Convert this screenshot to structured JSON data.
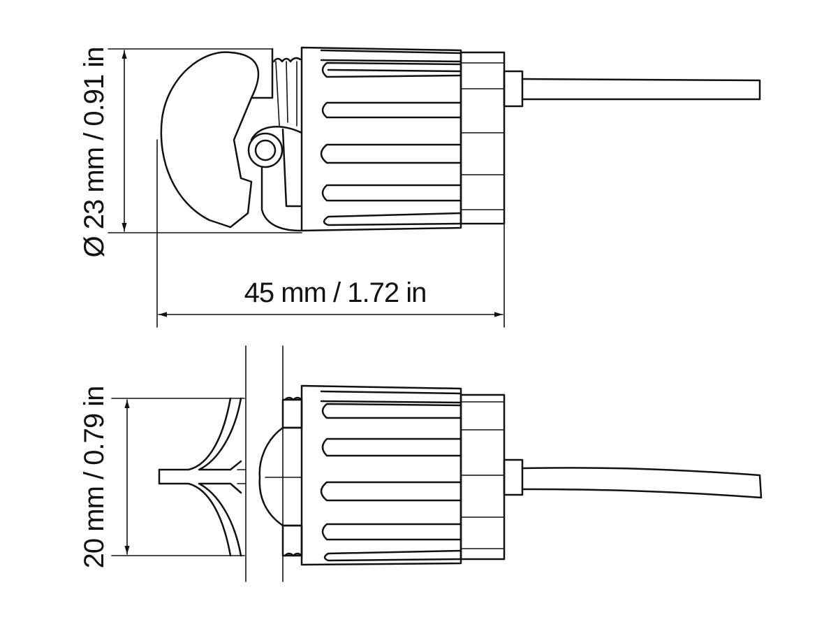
{
  "dimensions": {
    "diameter": "Ø 23 mm / 0.91 in",
    "length": "45 mm / 1.72 in",
    "width": "20 mm / 0.79 in"
  },
  "colors": {
    "line": "#111111",
    "background": "#ffffff"
  }
}
